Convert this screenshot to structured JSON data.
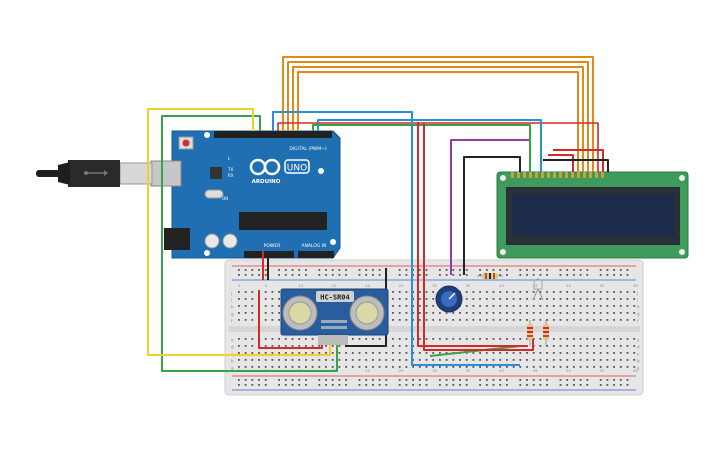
{
  "arduino": {
    "brand": "ARDUINO",
    "model": "UNO",
    "digital_label": "DIGITAL (PWM~)",
    "power_label": "POWER",
    "analog_label": "ANALOG IN",
    "tx_label": "TX",
    "rx_label": "RX",
    "l_label": "L",
    "on_label": "ON"
  },
  "sensor": {
    "model": "HC-SR04"
  },
  "breadboard": {
    "rows_top": [
      "j",
      "i",
      "h",
      "g",
      "f"
    ],
    "rows_bottom": [
      "e",
      "d",
      "c",
      "b",
      "a"
    ],
    "col_labels": [
      "1",
      "5",
      "10",
      "15",
      "20",
      "25",
      "30",
      "35",
      "40",
      "45",
      "50",
      "55",
      "60"
    ]
  },
  "colors": {
    "arduino": "#1f6fb2",
    "lcd_pcb": "#3d9b5b",
    "lcd_screen": "#1d2b4a",
    "breadboard": "#e4e4e4",
    "wire_orange": "#e08a1c",
    "wire_red": "#d42a2a",
    "wire_green": "#3aa34a",
    "wire_blue": "#2a8fd4",
    "wire_yellow": "#f0d12a",
    "wire_purple": "#8a3fa3",
    "wire_black": "#222222"
  },
  "components": {
    "usb_cable": "usb-cable",
    "potentiometer": "potentiometer",
    "resistors": 3,
    "led": "led"
  }
}
